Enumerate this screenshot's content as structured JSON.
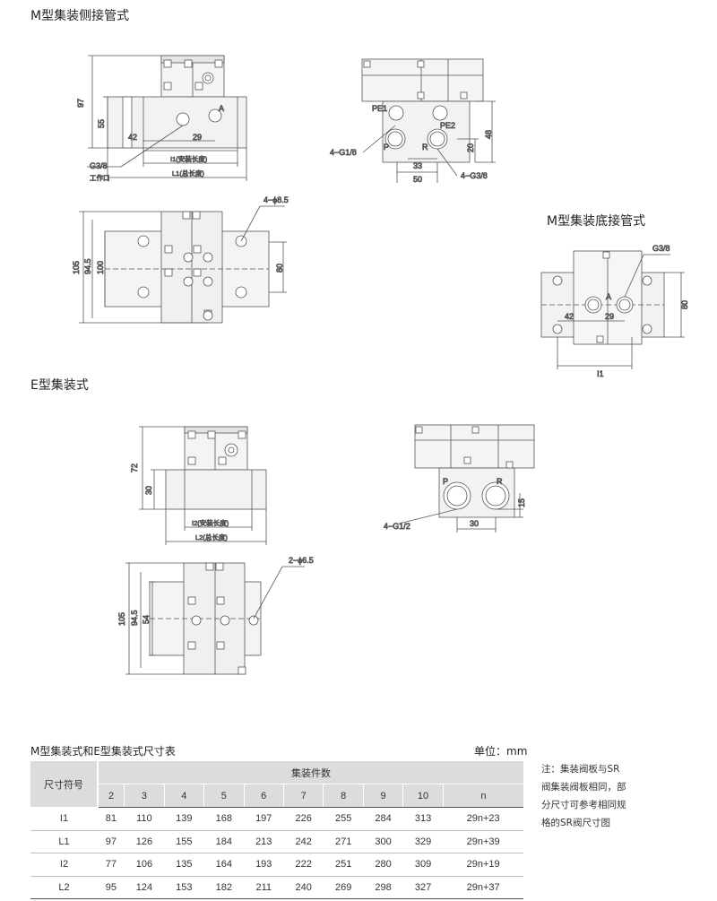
{
  "sections": {
    "m_side": "M型集装侧接管式",
    "m_bottom": "M型集装底接管式",
    "e_type": "E型集装式"
  },
  "drawing_labels": {
    "d97": "97",
    "d55": "55",
    "d42": "42",
    "d29": "29",
    "portA": "A",
    "l1_install": "I1(安装长度)",
    "L1_total": "L1(总长度)",
    "g38": "G3/8",
    "work_port": "工作口",
    "pe1": "PE1",
    "pe2": "PE2",
    "p": "P",
    "r": "R",
    "g18": "4−G1/8",
    "g38x4": "4−G3/8",
    "d20": "20",
    "d48": "48",
    "d33": "33",
    "d50": "50",
    "hole85": "4−ϕ8.5",
    "d105": "105",
    "d945": "94.5",
    "d100": "100",
    "d80": "80",
    "b_g38": "G3/8",
    "b_a": "A",
    "b_80": "80",
    "b_42": "42",
    "b_29": "29",
    "b_l1": "I1",
    "d72": "72",
    "d30": "30",
    "l2_install": "I2(安装长度)",
    "L2_total": "L2(总长度)",
    "g12": "4−G1/2",
    "d15": "15",
    "d30b": "30",
    "hole65": "2−ϕ6.5",
    "e105": "105",
    "e945": "94.5",
    "d54": "54"
  },
  "table": {
    "title": "M型集装式和E型集装式尺寸表",
    "unit": "单位：mm",
    "symbol_header": "尺寸符号",
    "group_header": "集装件数",
    "columns": [
      "2",
      "3",
      "4",
      "5",
      "6",
      "7",
      "8",
      "9",
      "10",
      "n"
    ],
    "rows": [
      {
        "sym": "I1",
        "vals": [
          "81",
          "110",
          "139",
          "168",
          "197",
          "226",
          "255",
          "284",
          "313",
          "29n+23"
        ]
      },
      {
        "sym": "L1",
        "vals": [
          "97",
          "126",
          "155",
          "184",
          "213",
          "242",
          "271",
          "300",
          "329",
          "29n+39"
        ]
      },
      {
        "sym": "I2",
        "vals": [
          "77",
          "106",
          "135",
          "164",
          "193",
          "222",
          "251",
          "280",
          "309",
          "29n+19"
        ]
      },
      {
        "sym": "L2",
        "vals": [
          "95",
          "124",
          "153",
          "182",
          "211",
          "240",
          "269",
          "298",
          "327",
          "29n+37"
        ]
      }
    ]
  },
  "note": {
    "lines": [
      "注：集装阀板与SR",
      "阀集装阀板相同，部",
      "分尺寸可参考相同规",
      "格的SR阀尺寸图"
    ]
  }
}
